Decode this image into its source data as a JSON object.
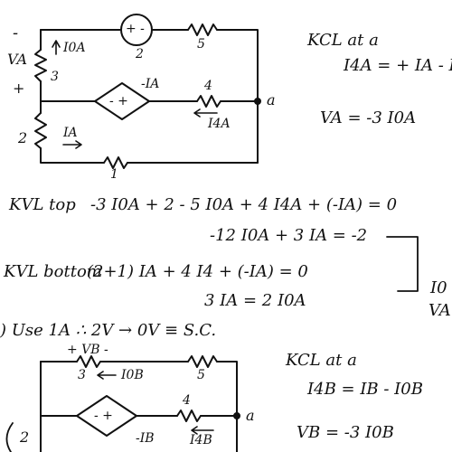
{
  "circuit_top": {
    "minus_sign": "-",
    "plus_sign": "+",
    "va_label": "VA",
    "r3_label": "3",
    "r2_label": "2",
    "r1_label": "1",
    "r5_label": "5",
    "r4_label": "4",
    "src2_label": "2",
    "src_top_symbol": "+ -",
    "dep_src_symbol": "- +",
    "dep_src_label": "-IA",
    "i0a_label": "I0A",
    "ia_label": "IA",
    "i4a_label": "I4A",
    "node_a_label": "a"
  },
  "notes_right_top": {
    "kcl_heading": "KCL at a",
    "kcl_eq": "I4A = + IA - I",
    "va_eq": "VA = -3 I0A"
  },
  "kvl": {
    "top_label": "KVL top",
    "top_eq": "-3 I0A + 2 - 5 I0A + 4 I4A + (-IA) = 0",
    "top_simplified": "-12 I0A + 3 IA = -2",
    "bottom_label": "KVL bottom",
    "bottom_eq": "(2+1) IA + 4 I4 + (-IA) = 0",
    "bottom_simplified": "3 IA = 2 I0A",
    "bracket_right_1": "I0",
    "bracket_right_2": "VA"
  },
  "use_line": {
    "text": ") Use 1A  ∴ 2V → 0V ≡ S.C."
  },
  "circuit_bottom": {
    "vb_label": "+ VB -",
    "r3_label": "3",
    "r5_label": "5",
    "r4_label": "4",
    "r2_label": "2",
    "i0b_label": "I0B",
    "dep_src_symbol": "- +",
    "dep_src_label": "-IB",
    "i4b_label": "I4B",
    "node_a_label": "a"
  },
  "notes_right_bottom": {
    "kcl_heading": "KCL at a",
    "kcl_eq": "I4B = IB - I0B",
    "vb_eq": "VB = -3 I0B"
  }
}
